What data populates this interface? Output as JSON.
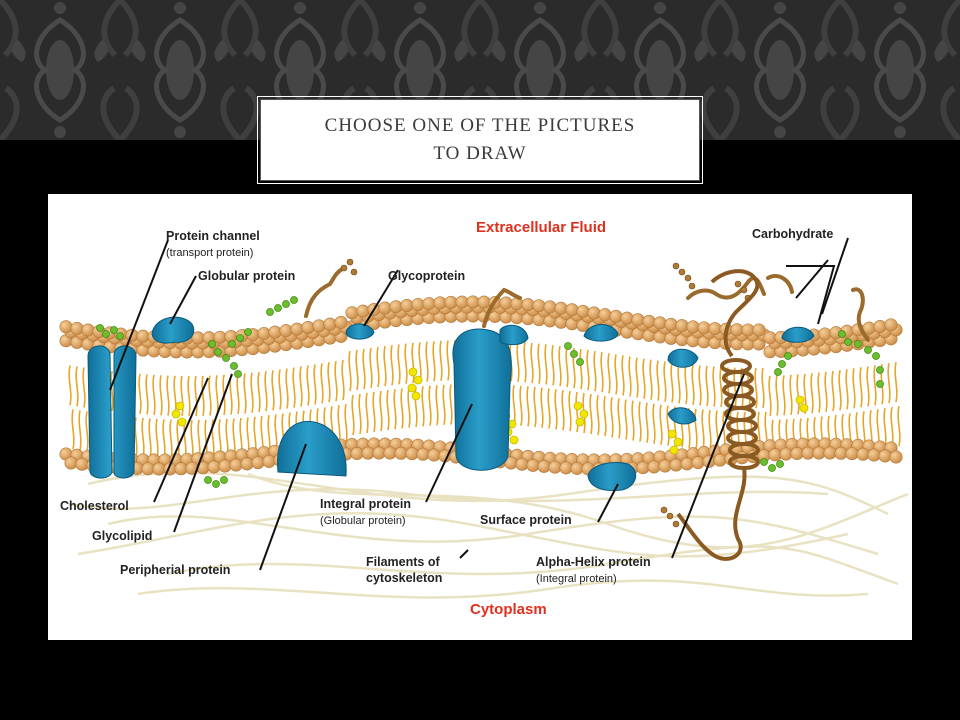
{
  "slide": {
    "title_line1": "CHOOSE ONE OF THE PICTURES",
    "title_line2": "TO DRAW"
  },
  "diagram": {
    "region_top": "Extracellular Fluid",
    "region_bottom": "Cytoplasm",
    "labels": {
      "protein_channel": "Protein channel",
      "protein_channel_sub": "(transport protein)",
      "globular_protein": "Globular protein",
      "glycoprotein": "Glycoprotein",
      "carbohydrate": "Carbohydrate",
      "cholesterol": "Cholesterol",
      "glycolipid": "Glycolipid",
      "peripherial_protein": "Peripherial protein",
      "integral_protein": "Integral protein",
      "integral_protein_sub": "(Globular protein)",
      "filaments_line1": "Filaments of",
      "filaments_line2": "cytoskeleton",
      "surface_protein": "Surface protein",
      "alpha_helix": "Alpha-Helix protein",
      "alpha_helix_sub": "(Integral protein)"
    },
    "colors": {
      "region_label": "#e0301e",
      "protein": "#1c86b3",
      "head": "#e1a562",
      "tail": "#e7a62a",
      "cholesterol": "#f2e600",
      "sugar": "#6cbf2c",
      "carbohydrate": "#9a6b2c"
    }
  }
}
